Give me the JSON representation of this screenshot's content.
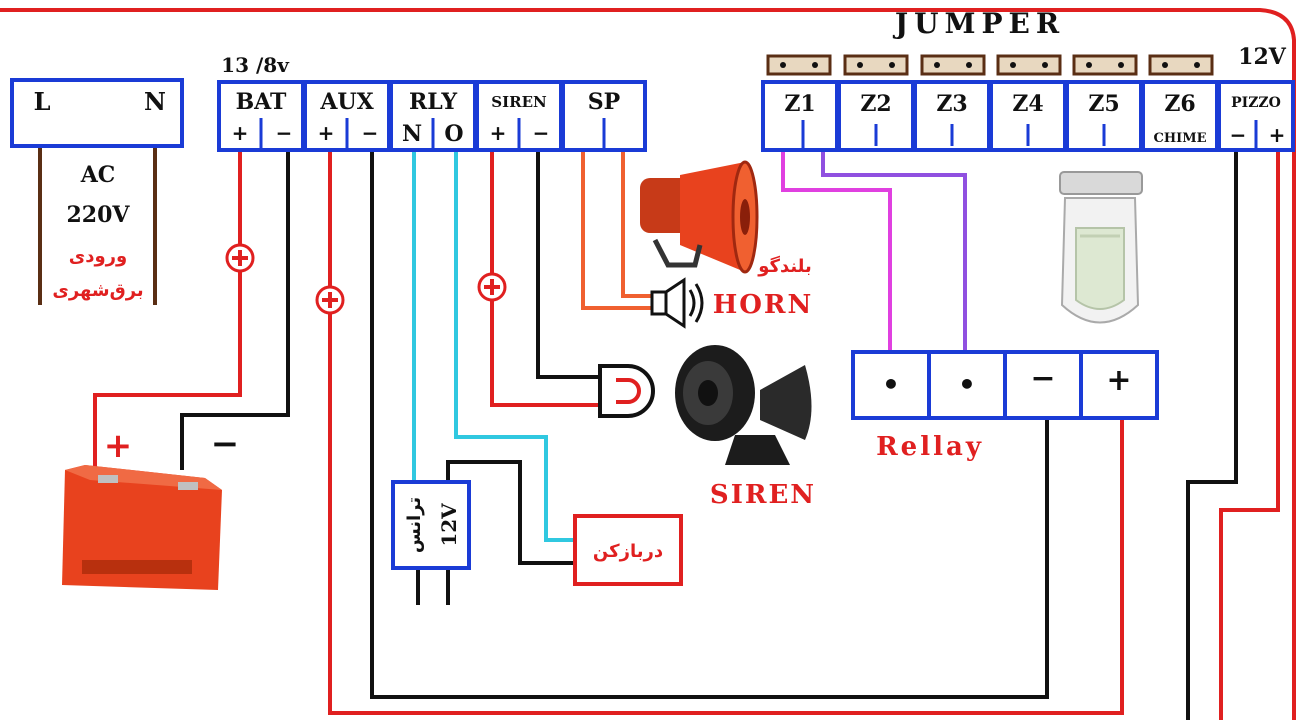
{
  "ac_block": {
    "left_label": "L",
    "right_label": "N",
    "title": "AC",
    "voltage": "220V",
    "input_fa_line1": "ورودی",
    "input_fa_line2": "برق‌شهری"
  },
  "battery_voltage": "13 /8v",
  "terminals": {
    "bat": "BAT",
    "aux": "AUX",
    "rly": "RLY",
    "rly_n": "N",
    "rly_o": "O",
    "siren": "SIREN",
    "sp": "SP",
    "plus": "+",
    "minus": "−"
  },
  "zones": {
    "jumper_title": "JUMPER",
    "voltage_12": "12V",
    "labels": [
      "Z1",
      "Z2",
      "Z3",
      "Z4",
      "Z5",
      "Z6"
    ],
    "chime": "CHIME",
    "pizzo": "PIZZO"
  },
  "horn": {
    "fa": "بلندگو",
    "en": "HORN"
  },
  "siren_label": "SIREN",
  "relay_block": {
    "label": "Rellay",
    "dot": "•",
    "minus": "−",
    "plus": "+"
  },
  "battery": {
    "plus": "+",
    "minus": "−"
  },
  "transformer": {
    "fa": "ترانس",
    "voltage": "12V"
  },
  "door_opener": {
    "fa": "درباز‌کن"
  },
  "colors": {
    "red": "#e02020",
    "black": "#111111",
    "blue": "#1a3bd6",
    "brown": "#5a2e14",
    "cyan": "#30c8e0",
    "magenta": "#e040e0",
    "purple": "#9050e0",
    "orange": "#f06030"
  }
}
